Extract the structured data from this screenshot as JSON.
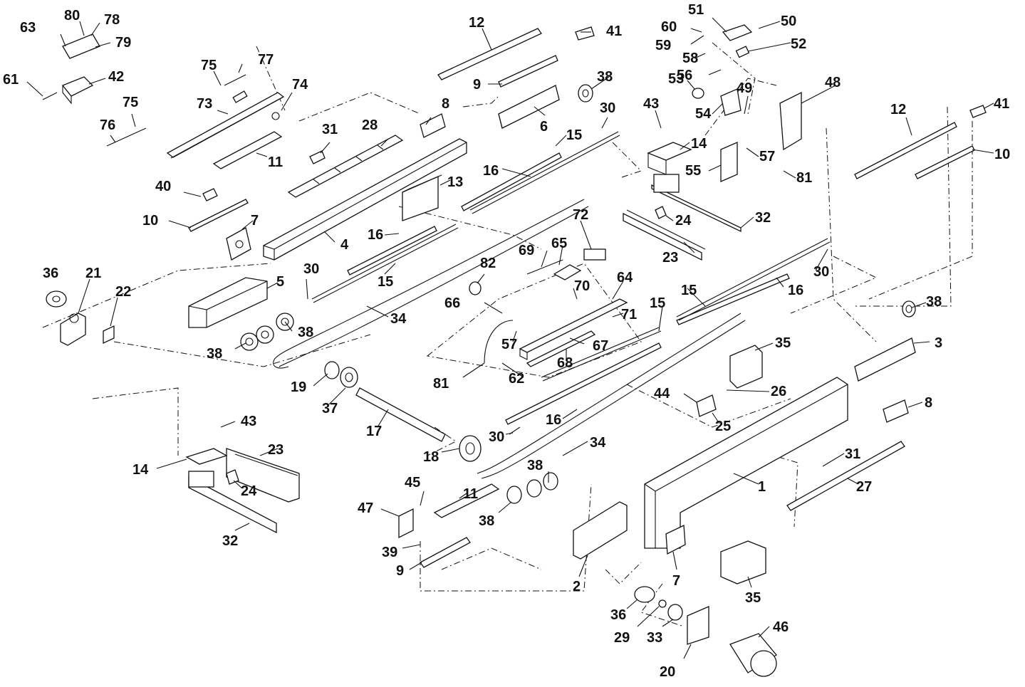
{
  "diagram": {
    "callouts": [
      {
        "id": "c63",
        "text": "63"
      },
      {
        "id": "c80",
        "text": "80"
      },
      {
        "id": "c78",
        "text": "78"
      },
      {
        "id": "c79",
        "text": "79"
      },
      {
        "id": "c61",
        "text": "61"
      },
      {
        "id": "c42",
        "text": "42"
      },
      {
        "id": "c75a",
        "text": "75"
      },
      {
        "id": "c77",
        "text": "77"
      },
      {
        "id": "c73",
        "text": "73"
      },
      {
        "id": "c74",
        "text": "74"
      },
      {
        "id": "c75b",
        "text": "75"
      },
      {
        "id": "c76",
        "text": "76"
      },
      {
        "id": "c12a",
        "text": "12"
      },
      {
        "id": "c41a",
        "text": "41"
      },
      {
        "id": "c9a",
        "text": "9"
      },
      {
        "id": "c38a",
        "text": "38"
      },
      {
        "id": "c8a",
        "text": "8"
      },
      {
        "id": "c6",
        "text": "6"
      },
      {
        "id": "c30a",
        "text": "30"
      },
      {
        "id": "c31a",
        "text": "31"
      },
      {
        "id": "c28",
        "text": "28"
      },
      {
        "id": "c11a",
        "text": "11"
      },
      {
        "id": "c15a",
        "text": "15"
      },
      {
        "id": "c16a",
        "text": "16"
      },
      {
        "id": "c13",
        "text": "13"
      },
      {
        "id": "c40",
        "text": "40"
      },
      {
        "id": "c10a",
        "text": "10"
      },
      {
        "id": "c7a",
        "text": "7"
      },
      {
        "id": "c4",
        "text": "4"
      },
      {
        "id": "c16b",
        "text": "16"
      },
      {
        "id": "c15b",
        "text": "15"
      },
      {
        "id": "c36a",
        "text": "36"
      },
      {
        "id": "c21",
        "text": "21"
      },
      {
        "id": "c22",
        "text": "22"
      },
      {
        "id": "c30b",
        "text": "30"
      },
      {
        "id": "c5",
        "text": "5"
      },
      {
        "id": "c34a",
        "text": "34"
      },
      {
        "id": "c38b",
        "text": "38"
      },
      {
        "id": "c38c",
        "text": "38"
      },
      {
        "id": "c51",
        "text": "51"
      },
      {
        "id": "c60",
        "text": "60"
      },
      {
        "id": "c50",
        "text": "50"
      },
      {
        "id": "c59",
        "text": "59"
      },
      {
        "id": "c58",
        "text": "58"
      },
      {
        "id": "c52",
        "text": "52"
      },
      {
        "id": "c56",
        "text": "56"
      },
      {
        "id": "c53",
        "text": "53"
      },
      {
        "id": "c48",
        "text": "48"
      },
      {
        "id": "c49",
        "text": "49"
      },
      {
        "id": "c43a",
        "text": "43"
      },
      {
        "id": "c54",
        "text": "54"
      },
      {
        "id": "c14a",
        "text": "14"
      },
      {
        "id": "c55",
        "text": "55"
      },
      {
        "id": "c57a",
        "text": "57"
      },
      {
        "id": "c81a",
        "text": "81"
      },
      {
        "id": "c24a",
        "text": "24"
      },
      {
        "id": "c32a",
        "text": "32"
      },
      {
        "id": "c23a",
        "text": "23"
      },
      {
        "id": "c12b",
        "text": "12"
      },
      {
        "id": "c41b",
        "text": "41"
      },
      {
        "id": "c10b",
        "text": "10"
      },
      {
        "id": "c72",
        "text": "72"
      },
      {
        "id": "c65",
        "text": "65"
      },
      {
        "id": "c69",
        "text": "69"
      },
      {
        "id": "c82",
        "text": "82"
      },
      {
        "id": "c66",
        "text": "66"
      },
      {
        "id": "c70",
        "text": "70"
      },
      {
        "id": "c64",
        "text": "64"
      },
      {
        "id": "c71",
        "text": "71"
      },
      {
        "id": "c57b",
        "text": "57"
      },
      {
        "id": "c67",
        "text": "67"
      },
      {
        "id": "c68",
        "text": "68"
      },
      {
        "id": "c81b",
        "text": "81"
      },
      {
        "id": "c62",
        "text": "62"
      },
      {
        "id": "c19",
        "text": "19"
      },
      {
        "id": "c37",
        "text": "37"
      },
      {
        "id": "c30c",
        "text": "30"
      },
      {
        "id": "c15c",
        "text": "15"
      },
      {
        "id": "c16c",
        "text": "16"
      },
      {
        "id": "c15d",
        "text": "15"
      },
      {
        "id": "c38d",
        "text": "38"
      },
      {
        "id": "c3",
        "text": "3"
      },
      {
        "id": "c35a",
        "text": "35"
      },
      {
        "id": "c26",
        "text": "26"
      },
      {
        "id": "c44",
        "text": "44"
      },
      {
        "id": "c25",
        "text": "25"
      },
      {
        "id": "c8b",
        "text": "8"
      },
      {
        "id": "c17",
        "text": "17"
      },
      {
        "id": "c16d",
        "text": "16"
      },
      {
        "id": "c34b",
        "text": "34"
      },
      {
        "id": "c30d",
        "text": "30"
      },
      {
        "id": "c18",
        "text": "18"
      },
      {
        "id": "c43b",
        "text": "43"
      },
      {
        "id": "c23b",
        "text": "23"
      },
      {
        "id": "c14b",
        "text": "14"
      },
      {
        "id": "c24b",
        "text": "24"
      },
      {
        "id": "c32b",
        "text": "32"
      },
      {
        "id": "c31b",
        "text": "31"
      },
      {
        "id": "c27",
        "text": "27"
      },
      {
        "id": "c1",
        "text": "1"
      },
      {
        "id": "c45",
        "text": "45"
      },
      {
        "id": "c11b",
        "text": "11"
      },
      {
        "id": "c38e",
        "text": "38"
      },
      {
        "id": "c38f",
        "text": "38"
      },
      {
        "id": "c47",
        "text": "47"
      },
      {
        "id": "c39",
        "text": "39"
      },
      {
        "id": "c9b",
        "text": "9"
      },
      {
        "id": "c2",
        "text": "2"
      },
      {
        "id": "c7b",
        "text": "7"
      },
      {
        "id": "c35b",
        "text": "35"
      },
      {
        "id": "c36b",
        "text": "36"
      },
      {
        "id": "c29",
        "text": "29"
      },
      {
        "id": "c33",
        "text": "33"
      },
      {
        "id": "c46",
        "text": "46"
      },
      {
        "id": "c20",
        "text": "20"
      }
    ]
  }
}
